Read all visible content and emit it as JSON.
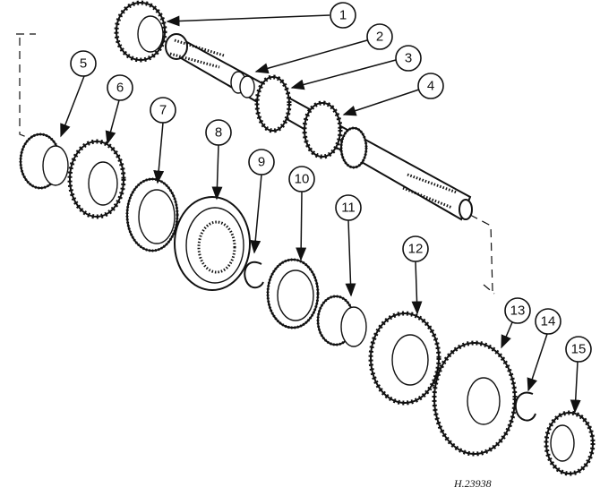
{
  "callouts": [
    "1",
    "2",
    "3",
    "4",
    "5",
    "6",
    "7",
    "8",
    "9",
    "10",
    "11",
    "12",
    "13",
    "14",
    "15"
  ],
  "reference_code": "H.23938",
  "colors": {
    "ink": "#111111",
    "paper": "#ffffff"
  }
}
